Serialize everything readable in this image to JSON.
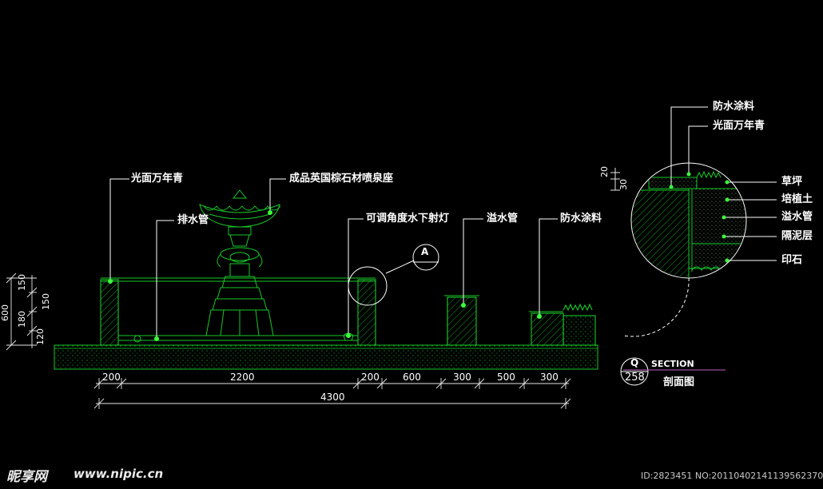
{
  "colors": {
    "line_green": "#19c82a",
    "dot_green": "#3cff3c",
    "dim_white": "#e6e6e6",
    "leader_white": "#ffffff",
    "magenta": "#c060c0",
    "bg": "#000000"
  },
  "section": {
    "labels": {
      "evergreen_left": "光面万年青",
      "fountain_base": "成品英国棕石材喷泉座",
      "drain_pipe": "排水管",
      "underwater_light": "可调角度水下射灯",
      "overflow_pipe": "溢水管",
      "waterproof": "防水涂料"
    },
    "callout_marker": "A",
    "horizontal_dims": [
      "200",
      "2200",
      "200",
      "600",
      "300",
      "500",
      "300"
    ],
    "total_dim": "4300",
    "vertical_dims": {
      "total": "600",
      "parts": [
        "150",
        "150",
        "180",
        "120"
      ]
    }
  },
  "detail": {
    "labels_top": [
      "防水涂料",
      "光面万年青"
    ],
    "labels_right": [
      "草坪",
      "培植土",
      "溢水管",
      "隔泥层",
      "印石"
    ],
    "dims": [
      "20",
      "30"
    ]
  },
  "title_block": {
    "ref_letter": "Q",
    "ref_number": "258",
    "section_en": "SECTION",
    "section_cn": "剖面图"
  },
  "watermark": {
    "site_cn": "昵享网",
    "url": "www.nipic.cn"
  },
  "footer": {
    "id_text": "ID:2823451 NO:20110402141139562370"
  }
}
